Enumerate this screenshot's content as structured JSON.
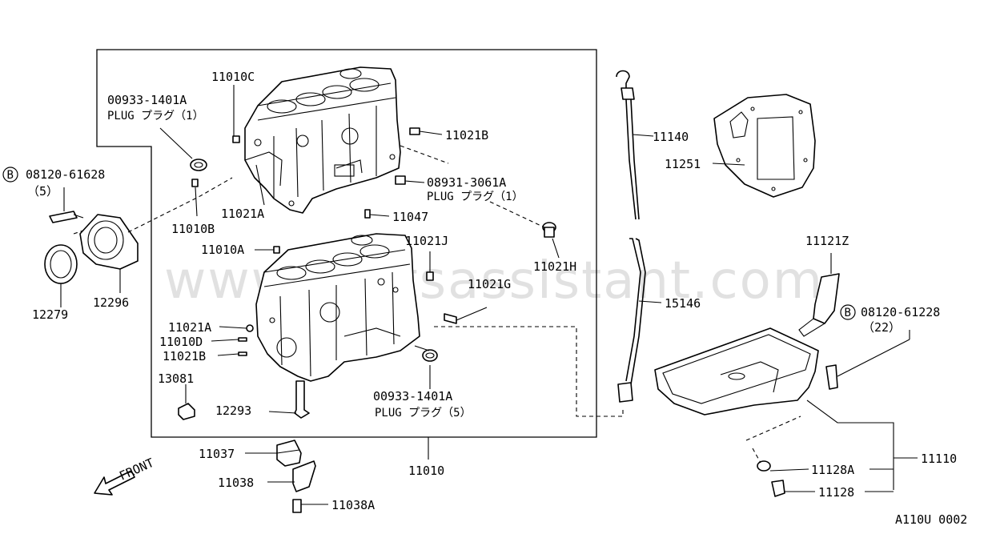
{
  "watermark": "www.partsassistant.com",
  "diagram_code": "A110U 0002",
  "front_label": "FRONT",
  "labels": {
    "p11010C": "11010C",
    "p00933_top_a": "00933-1401A",
    "p00933_top_b": "PLUG プラグ（1）",
    "p11021B_top": "11021B",
    "p08931_a": "08931-3061A",
    "p08931_b": "PLUG プラグ（1）",
    "p08120_left_a": "08120-61628",
    "p08120_left_b": "（5）",
    "p11021A_top": "11021A",
    "p11010B": "11010B",
    "p11047": "11047",
    "p11021H": "11021H",
    "p11010A": "11010A",
    "p11021J": "11021J",
    "p11021G": "11021G",
    "p12279": "12279",
    "p12296": "12296",
    "p11021A_low": "11021A",
    "p11010D": "11010D",
    "p11021B_low": "11021B",
    "p13081": "13081",
    "p12293": "12293",
    "p00933_low_a": "00933-1401A",
    "p00933_low_b": "PLUG プラグ（5）",
    "p11140": "11140",
    "p11251": "11251",
    "p11121Z": "11121Z",
    "p15146": "15146",
    "p08120_right_a": "08120-61228",
    "p08120_right_b": "（22）",
    "p11110": "11110",
    "p11128A": "11128A",
    "p11128": "11128",
    "p11037": "11037",
    "p11038": "11038",
    "p11038A": "11038A",
    "p11010": "11010",
    "bolt_symbol": "B"
  }
}
